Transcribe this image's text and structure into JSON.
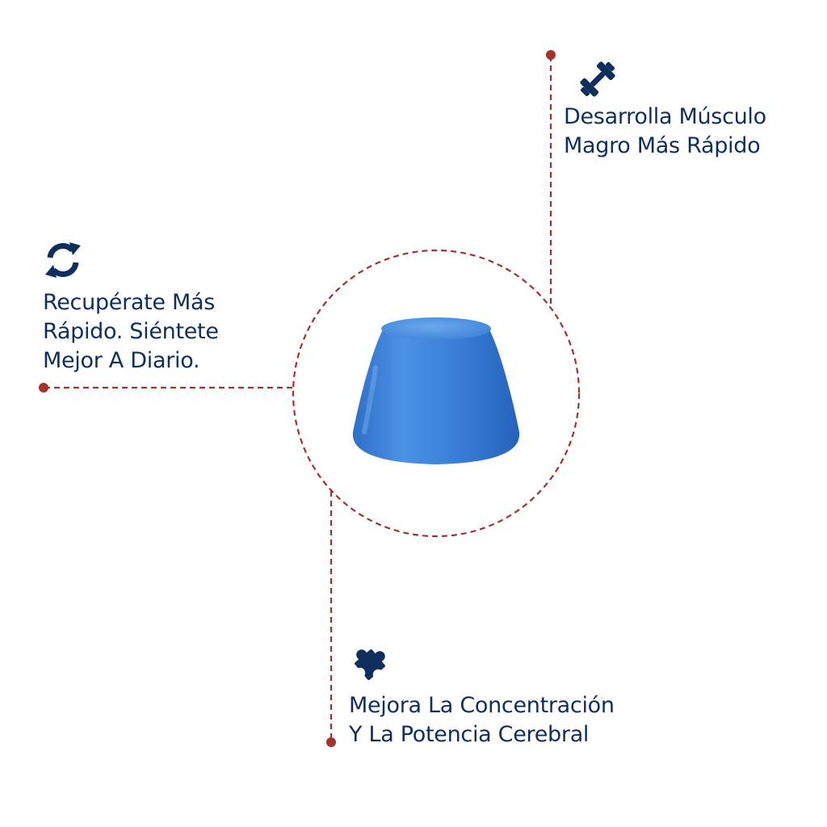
{
  "colors": {
    "accent": "#a3312d",
    "text": "#0e2f5e",
    "product": "#3a7fd6",
    "background": "#ffffff"
  },
  "benefits": {
    "muscle": {
      "icon": "dumbbell-icon",
      "lines": [
        "Desarrolla Músculo",
        "Magro Más Rápido"
      ]
    },
    "recovery": {
      "icon": "recycle-icon",
      "lines": [
        "Recupérate Más",
        "Rápido. Siéntete",
        "Mejor A Diario."
      ]
    },
    "focus": {
      "icon": "puzzle-icon",
      "lines": [
        "Mejora La Concentración",
        "Y La Potencia Cerebral"
      ]
    }
  },
  "product": {
    "icon": "gummy-icon"
  }
}
